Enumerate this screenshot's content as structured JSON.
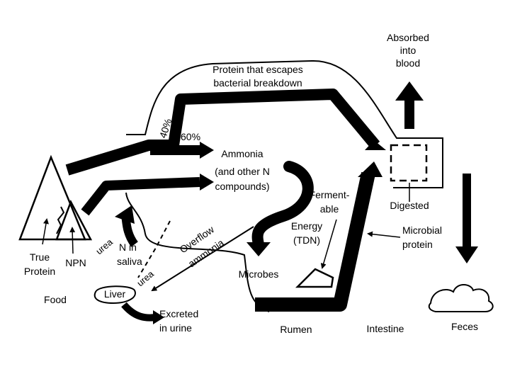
{
  "colors": {
    "ink": "#000000",
    "paper": "#ffffff"
  },
  "labels": {
    "absorbed_1": "Absorbed",
    "absorbed_2": "into",
    "absorbed_3": "blood",
    "escapes_1": "Protein that escapes",
    "escapes_2": "bacterial breakdown",
    "pct_40": "40%",
    "pct_60": "60%",
    "ammonia_1": "Ammonia",
    "ammonia_2": "(and other N",
    "ammonia_3": "compounds)",
    "ferment_1": "Ferment-",
    "ferment_2": "able",
    "energy_1": "Energy",
    "energy_2": "(TDN)",
    "digested": "Digested",
    "microbial_1": "Microbial",
    "microbial_2": "protein",
    "overflow_1": "Overflow",
    "overflow_2": "ammonia",
    "true_protein_1": "True",
    "true_protein_2": "Protein",
    "npn": "NPN",
    "n_in_saliva_1": "N in",
    "n_in_saliva_2": "saliva",
    "urea_top": "urea",
    "urea_bottom": "urea",
    "liver": "Liver",
    "microbes": "Microbes",
    "food": "Food",
    "excreted_1": "Excreted",
    "excreted_2": "in urine",
    "rumen": "Rumen",
    "intestine": "Intestine",
    "feces": "Feces"
  }
}
